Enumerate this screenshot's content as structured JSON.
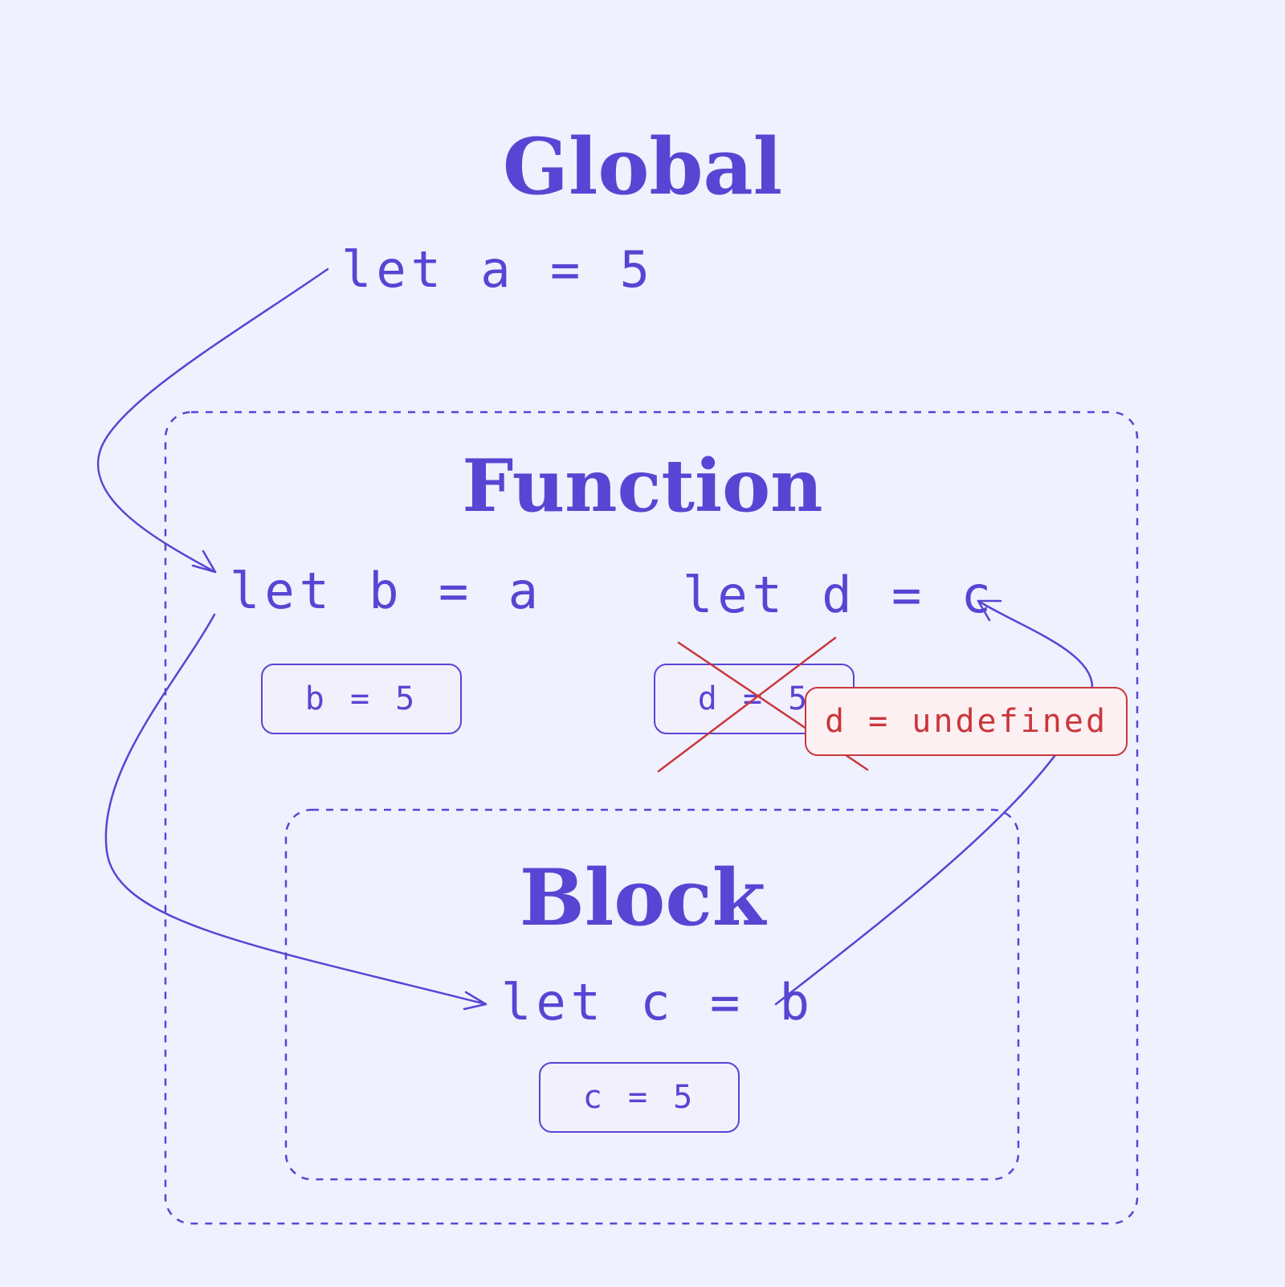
{
  "headings": {
    "global": "Global",
    "function": "Function",
    "block": "Block"
  },
  "code": {
    "let_a": "let a = 5",
    "let_b": "let b = a",
    "let_d": "let d = c",
    "let_c": "let c = b"
  },
  "values": {
    "b": "b = 5",
    "d": "d = 5",
    "c": "c = 5"
  },
  "error": {
    "d_undefined": "d = undefined"
  },
  "colors": {
    "background": "#eff1fe",
    "primary": "#5a44d3",
    "error": "#c9373c"
  }
}
